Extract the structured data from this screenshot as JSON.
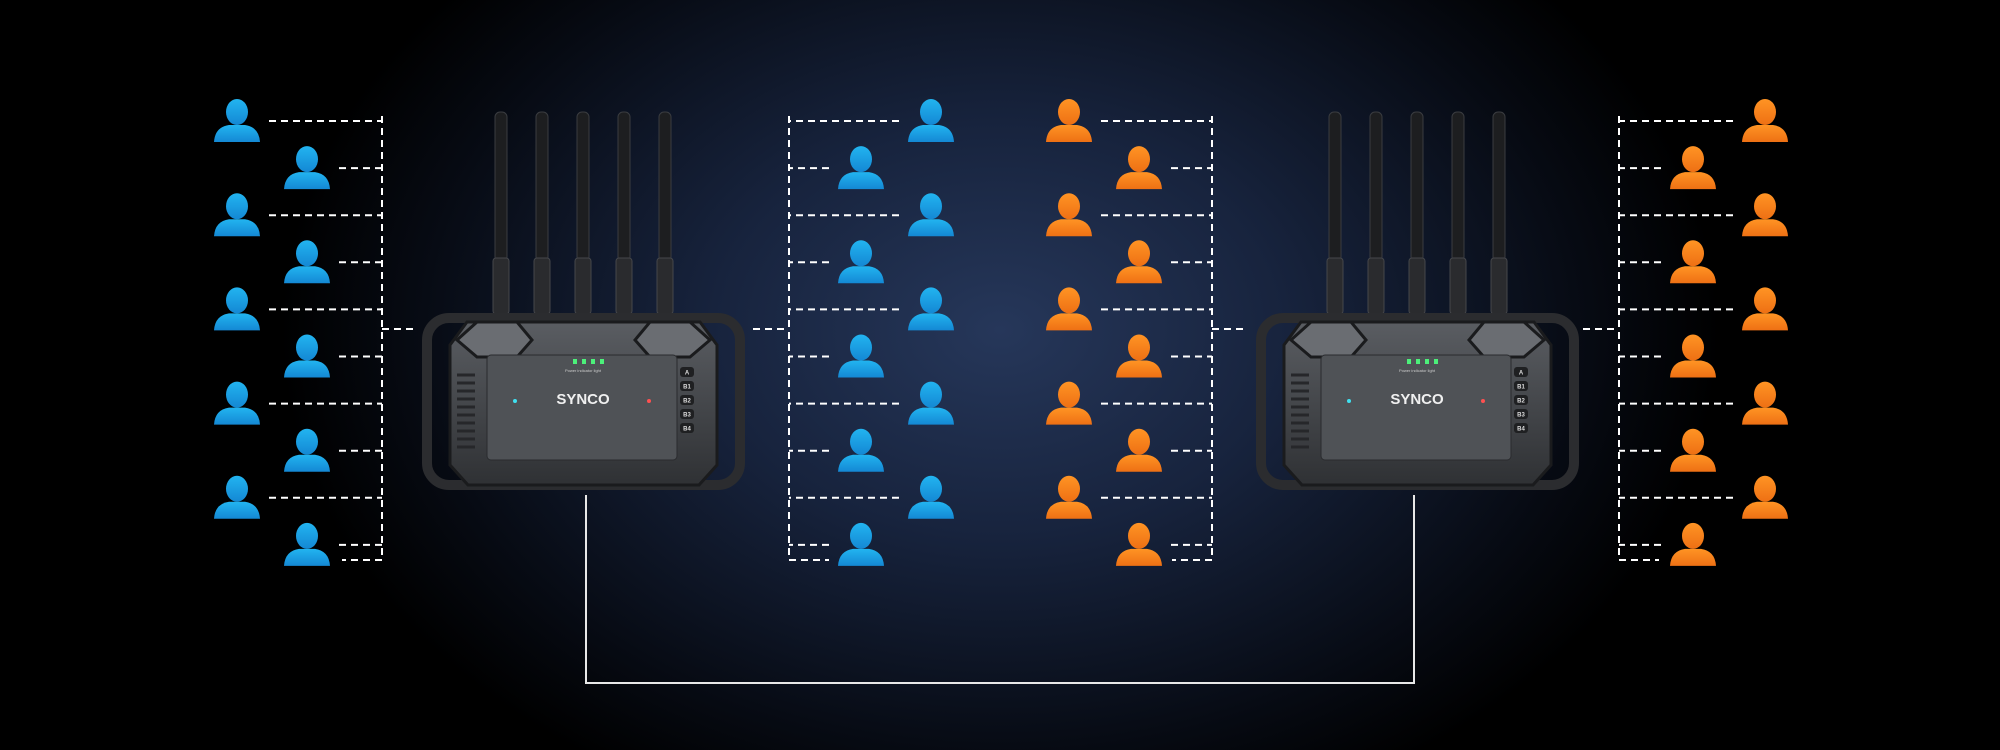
{
  "colors": {
    "group_a": "#1a9de2",
    "group_b": "#f7821c",
    "connector": "#e8e8e8",
    "led_green": "#4cf07a"
  },
  "devices": [
    {
      "brand": "SYNCO",
      "indicator_label": "Power indicator light",
      "buttons": [
        "A",
        "B1",
        "B2",
        "B3",
        "B4"
      ],
      "antennas": 5
    },
    {
      "brand": "SYNCO",
      "indicator_label": "Power indicator light",
      "buttons": [
        "A",
        "B1",
        "B2",
        "B3",
        "B4"
      ],
      "antennas": 5
    }
  ],
  "groups": [
    {
      "color": "group_a",
      "persons": 10,
      "icon": "person-icon"
    },
    {
      "color": "group_a",
      "persons": 10,
      "icon": "person-icon"
    },
    {
      "color": "group_b",
      "persons": 10,
      "icon": "person-icon"
    },
    {
      "color": "group_b",
      "persons": 10,
      "icon": "person-icon"
    }
  ]
}
